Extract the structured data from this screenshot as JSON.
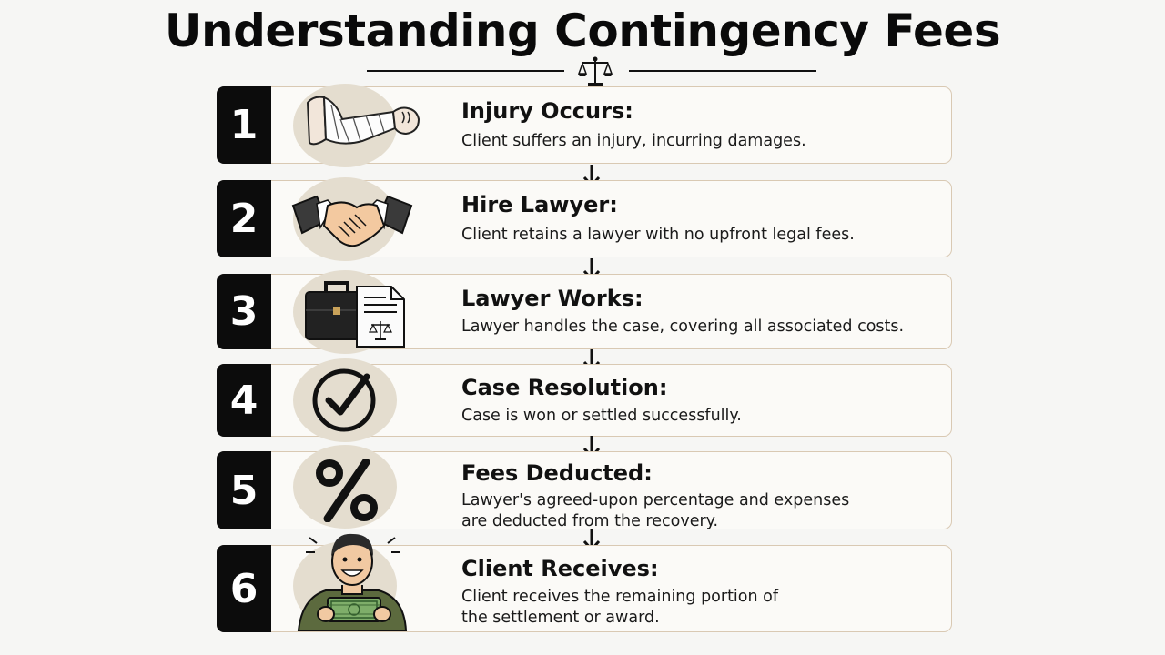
{
  "title": "Understanding Contingency Fees",
  "steps": [
    {
      "number": "1",
      "heading": "Injury Occurs:",
      "lines": [
        "Client suffers an injury, incurring damages."
      ],
      "icon": "bandaged-arm-icon"
    },
    {
      "number": "2",
      "heading": "Hire Lawyer:",
      "lines": [
        "Client retains a lawyer with no upfront legal fees."
      ],
      "icon": "handshake-icon"
    },
    {
      "number": "3",
      "heading": "Lawyer Works:",
      "lines": [
        "Lawyer handles the case, covering all associated costs."
      ],
      "icon": "briefcase-document-icon"
    },
    {
      "number": "4",
      "heading": "Case Resolution:",
      "lines": [
        "Case is won or settled successfully."
      ],
      "icon": "checkmark-icon"
    },
    {
      "number": "5",
      "heading": "Fees Deducted:",
      "lines": [
        "Lawyer's agreed-upon percentage and expenses",
        "are deducted from the recovery."
      ],
      "icon": "percent-icon"
    },
    {
      "number": "6",
      "heading": "Client Receives:",
      "lines": [
        "Client receives the remaining portion of",
        "the settlement or award."
      ],
      "icon": "person-with-money-icon"
    }
  ],
  "colors": {
    "card_border": "#d9c9b3",
    "number_bg": "#0c0c0c",
    "icon_circle": "#e4ddcf"
  }
}
